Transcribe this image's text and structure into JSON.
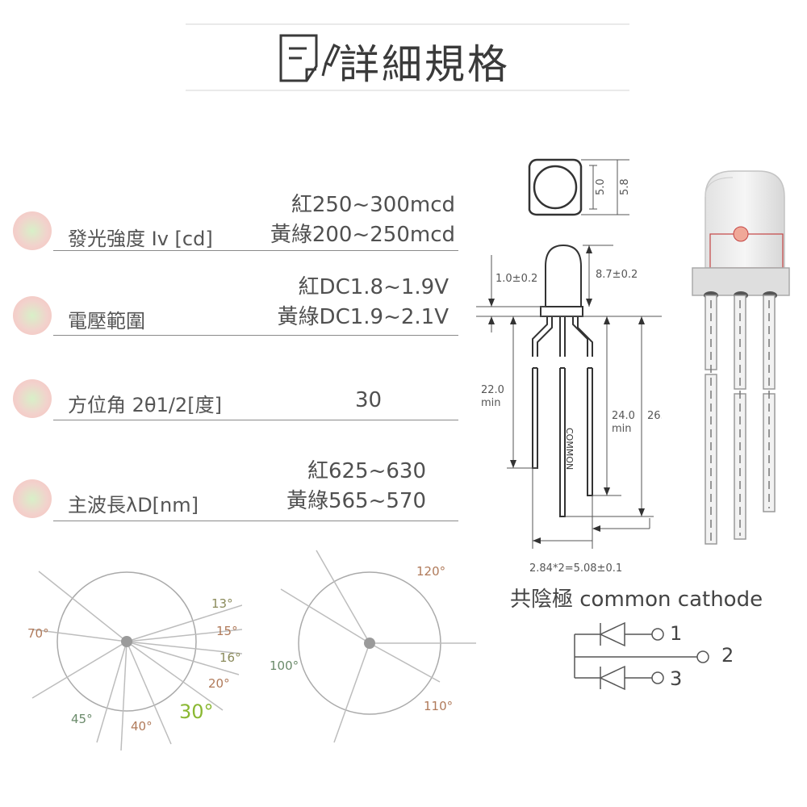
{
  "header": {
    "title": "詳細規格",
    "icon": "document-pen-icon"
  },
  "specs": [
    {
      "label": "發光強度 Iv [cd]",
      "values": [
        "紅250~300mcd",
        "黃綠200~250mcd"
      ]
    },
    {
      "label": "電壓範圍",
      "values": [
        "紅DC1.8~1.9V",
        "黃綠DC1.9~2.1V"
      ]
    },
    {
      "label": "方位角 2θ1/2[度]",
      "values": [
        "30"
      ]
    },
    {
      "label": "主波長λD[nm]",
      "values": [
        "紅625~630",
        "黃綠565~570"
      ]
    }
  ],
  "angle_chart_1": {
    "labels": {
      "a70": "70°",
      "a13": "13°",
      "a15": "15°",
      "a16": "16°",
      "a20": "20°",
      "a30": "30°",
      "a45": "45°",
      "a40": "40°"
    }
  },
  "angle_chart_2": {
    "labels": {
      "a120": "120°",
      "a100": "100°",
      "a110": "110°"
    }
  },
  "dimensions": {
    "d50": "5.0",
    "d58": "5.8",
    "d10": "1.0±0.2",
    "d87": "8.7±0.2",
    "d22": "22.0",
    "d22min": "min",
    "d24": "24.0",
    "d24min": "min",
    "d26": "26.0min",
    "common": "COMMON",
    "pitch": "2.84*2=5.08±0.1"
  },
  "circuit": {
    "title": "共陰極 common cathode",
    "pin1": "1",
    "pin2": "2",
    "pin3": "3"
  },
  "colors": {
    "accent_green": "#8ab832",
    "dot_pink": "#f7c2c0",
    "dot_green": "#d8f0c8",
    "led_red": "#c44444"
  }
}
